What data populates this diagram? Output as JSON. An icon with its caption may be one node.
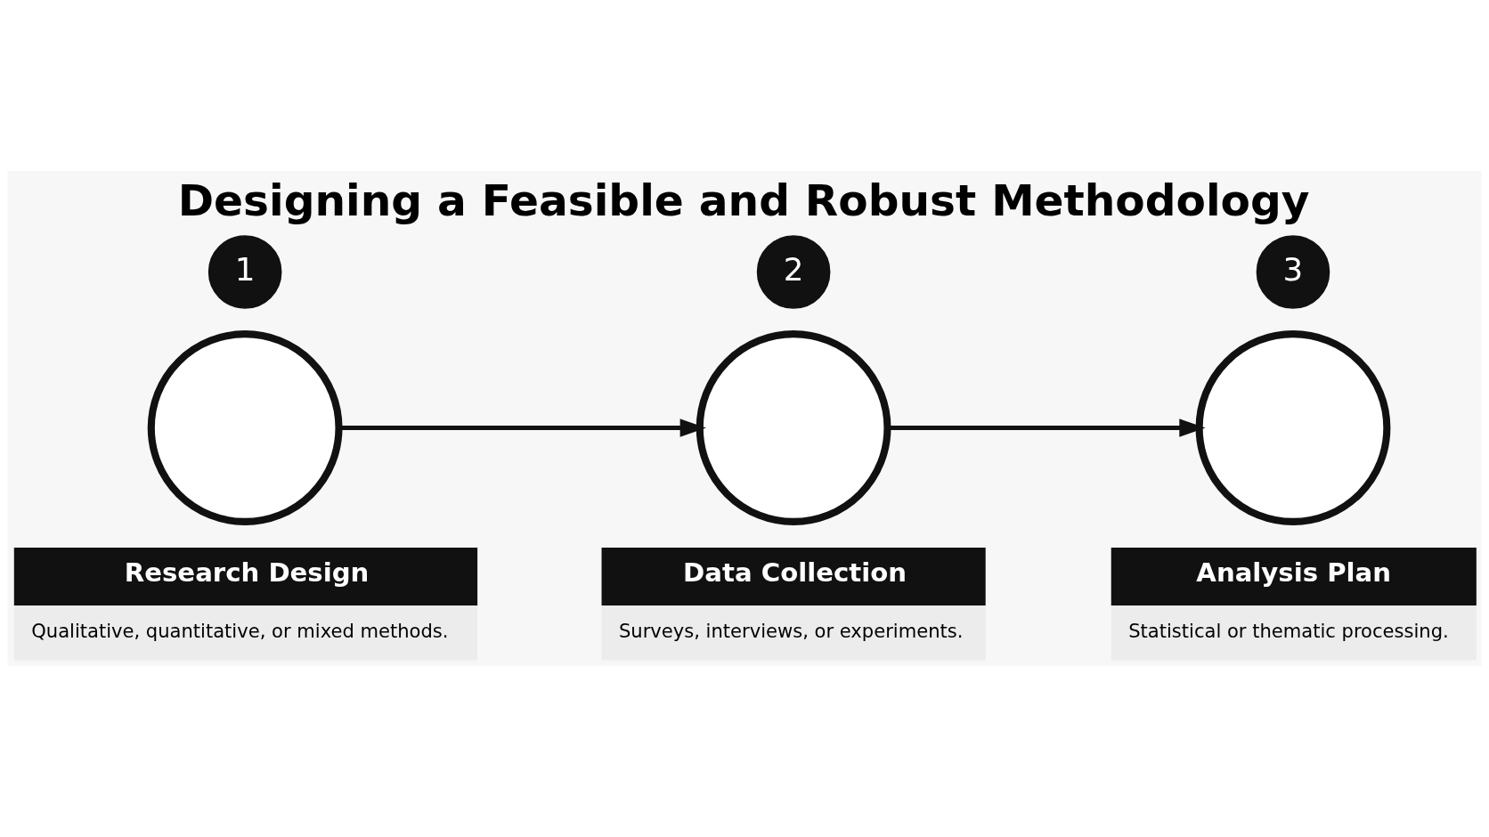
{
  "diagram": {
    "title": "Designing a Feasible and Robust Methodology",
    "nodes": [
      {
        "text": [
          "1"
        ]
      },
      {
        "text": [],
        "shape": "circle"
      },
      {
        "text": [
          "Research Design",
          "Qualitative, quantitative, or mixed methods."
        ]
      },
      {
        "text": [
          "2"
        ]
      },
      {
        "text": [],
        "shape": "circle"
      },
      {
        "text": [
          "Data Collection",
          "Surveys, interviews, or experiments."
        ]
      },
      {
        "text": [
          "3"
        ]
      },
      {
        "text": [],
        "shape": "circle"
      },
      {
        "text": [
          "Analysis Plan",
          "Statistical or thematic processing."
        ]
      }
    ],
    "edges": [
      {
        "from": 1,
        "to": 4,
        "arrow": "to"
      },
      {
        "from": 4,
        "to": 7,
        "arrow": "to"
      }
    ]
  }
}
